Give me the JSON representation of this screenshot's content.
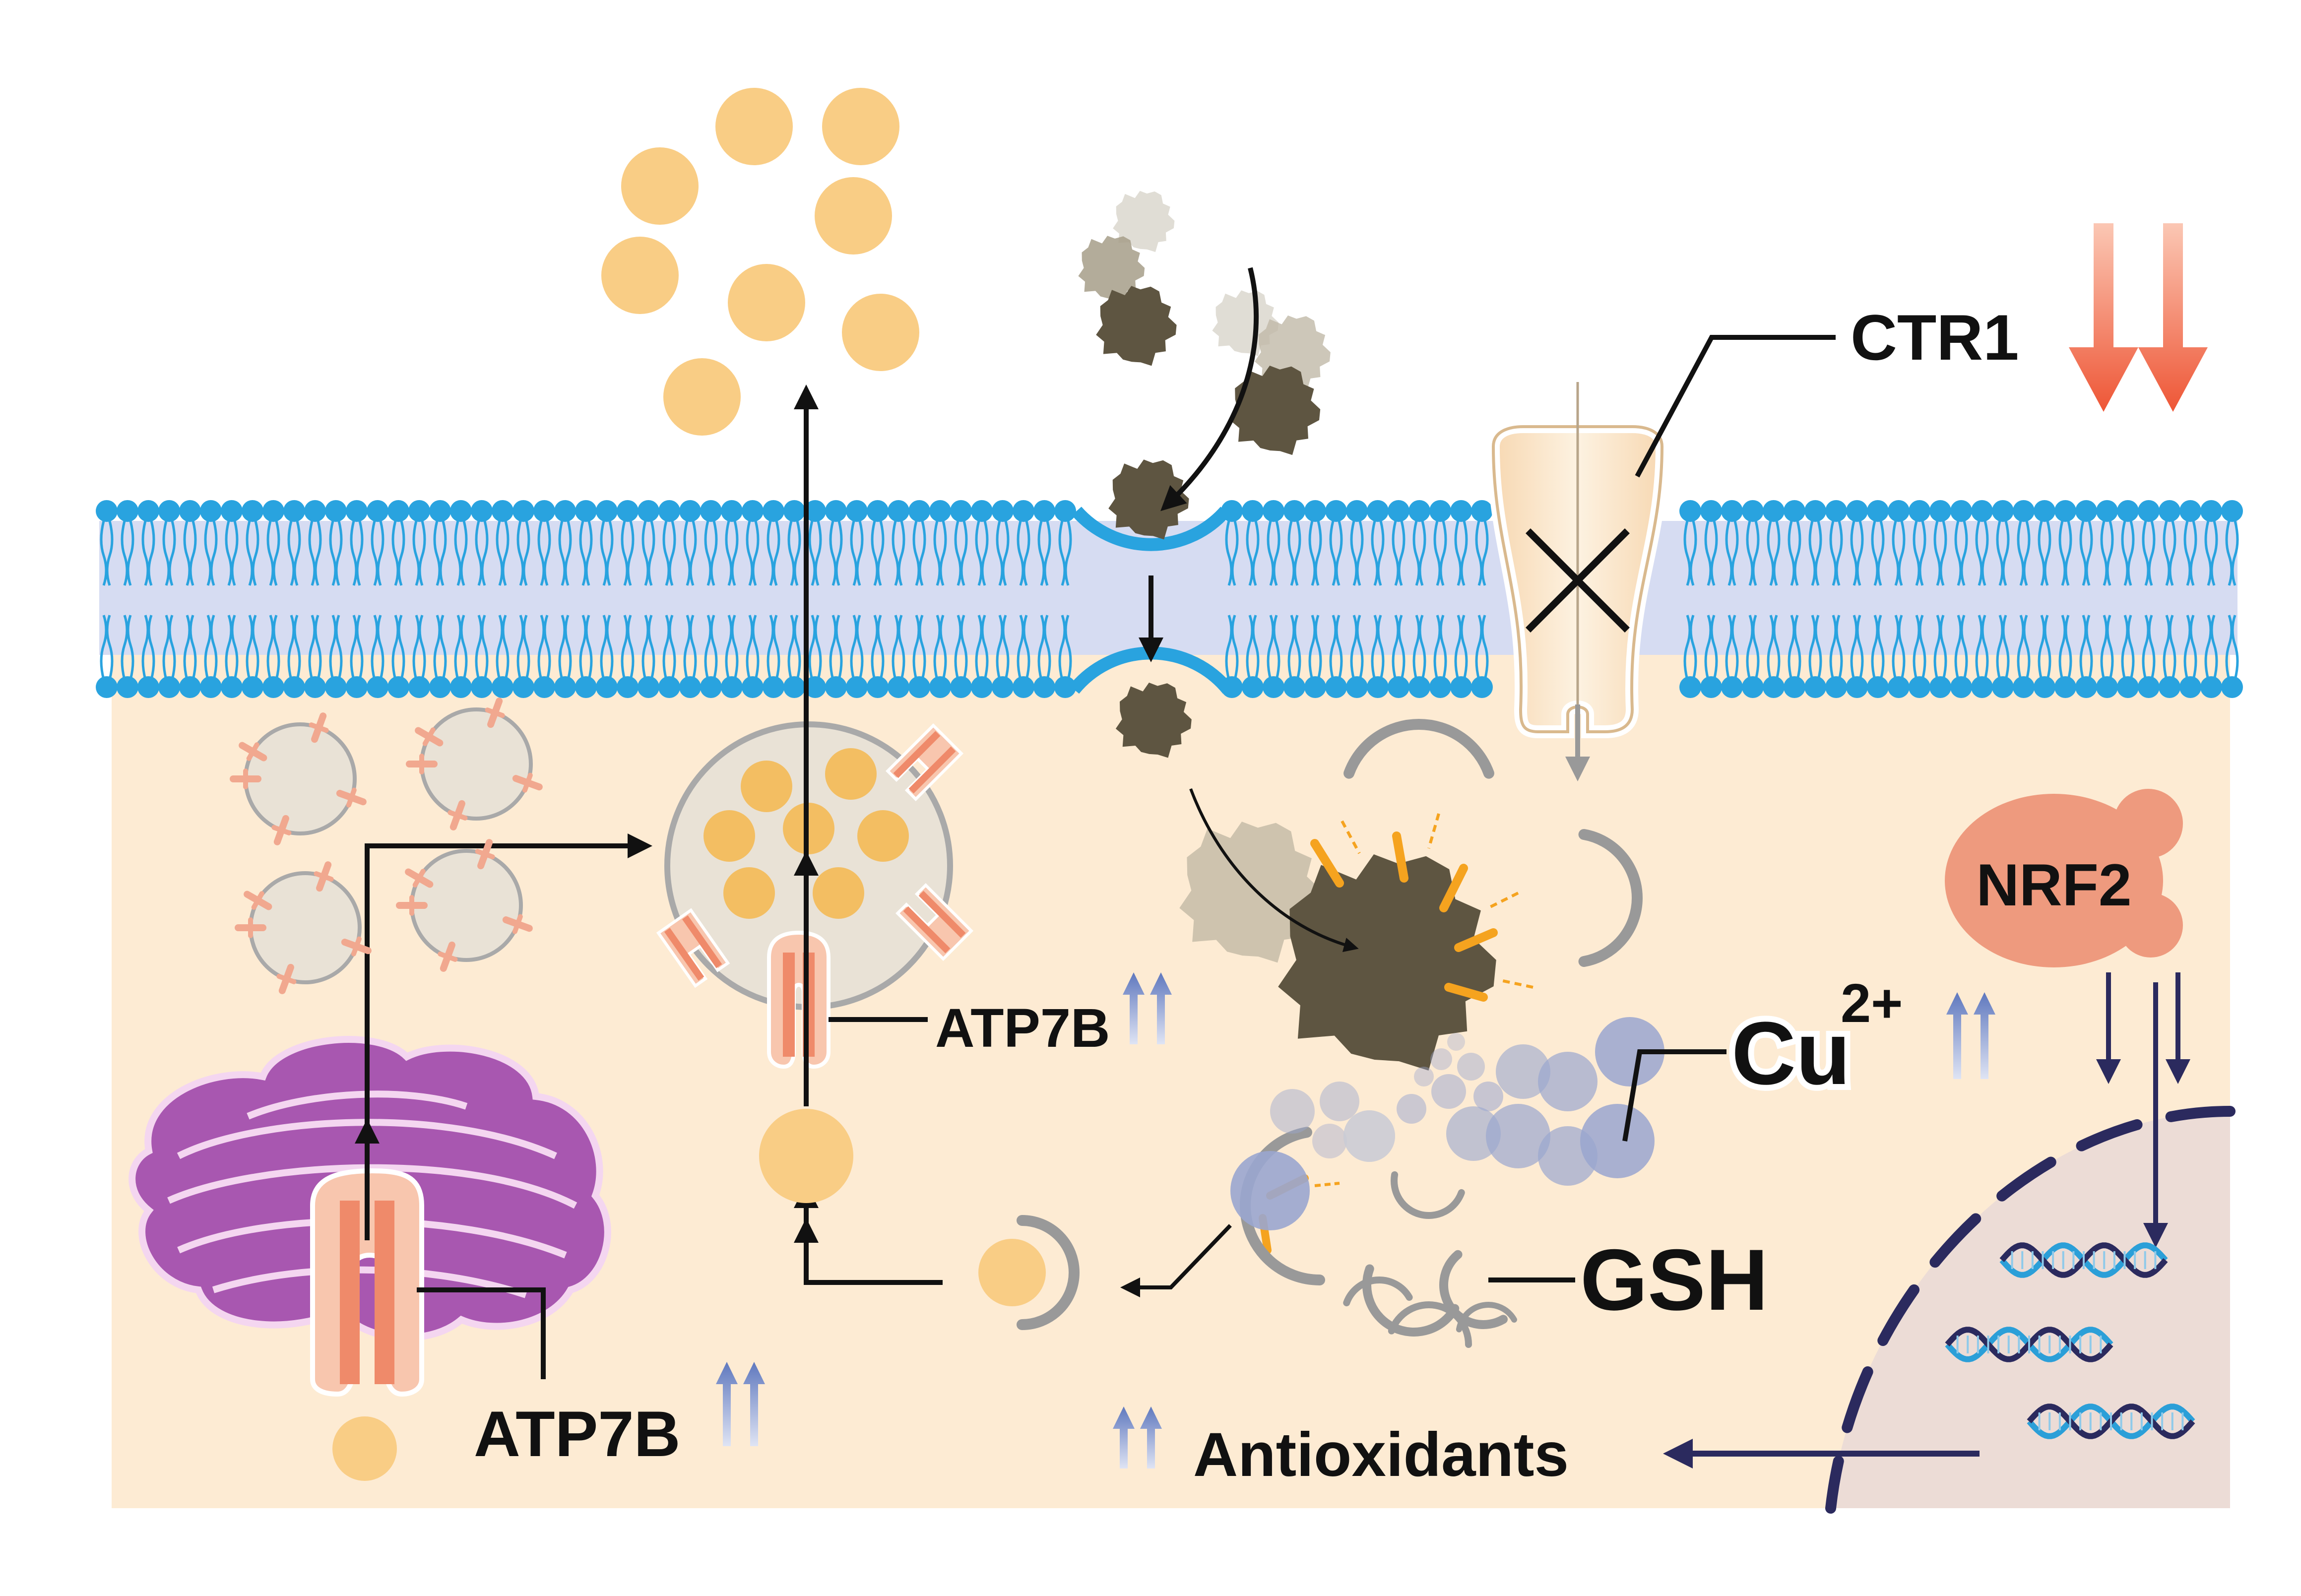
{
  "labels": {
    "ctr1": "CTR1",
    "nrf2": "NRF2",
    "cu": "Cu",
    "cu_charge": "2+",
    "gsh": "GSH",
    "atp7b_golgi": "ATP7B",
    "atp7b_vesicle": "ATP7B",
    "antioxidants": "Antioxidants"
  },
  "colors": {
    "cytoplasm": "#fdebd3",
    "nucleus": "#ecdcd6",
    "membrane_head": "#29a3df",
    "membrane_band": "#d6dcf2",
    "copper_particle": "#f9cd85",
    "golgi": "#a857b0",
    "atp7b": "#f1a88f",
    "nanoparticle": "#5e5541",
    "gsh_ring": "#999999",
    "cu_ion": "#9aa6cf",
    "nrf2": "#ee9a7e",
    "down_arrows": "#f0654a",
    "up_arrows": "#6e86c4",
    "nuclear_arrows": "#2b2a5e"
  },
  "icons": [
    "golgi-apparatus-icon",
    "atp7b-transporter-icon",
    "vesicle-icon",
    "nanoparticle-icon",
    "ctr1-channel-icon",
    "dna-helix-icon",
    "nrf2-protein-icon"
  ]
}
